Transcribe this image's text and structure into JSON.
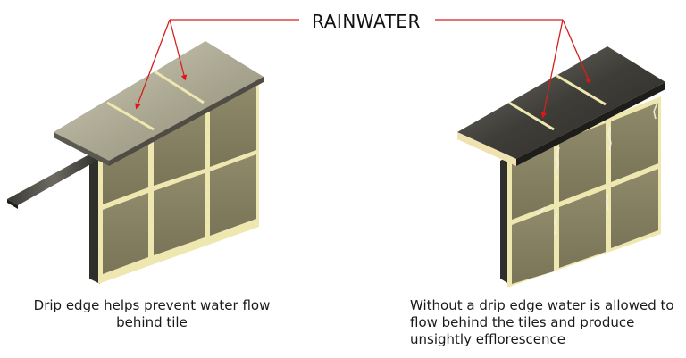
{
  "title": "RAINWATER",
  "left_panel": {
    "caption": "Drip edge helps prevent water flow behind tile"
  },
  "right_panel": {
    "caption": "Without a drip edge water is allowed to flow behind the tiles and produce unsightly efflorescence"
  },
  "colors": {
    "tile": "#8a8466",
    "tile_dark": "#6f6a50",
    "grout": "#efe7b0",
    "coping_light": "#bdbaa8",
    "coping_dark": "#4a4842",
    "wall_edge": "#2f2f2b",
    "arrow": "#e01616",
    "leader": "#d42020"
  }
}
